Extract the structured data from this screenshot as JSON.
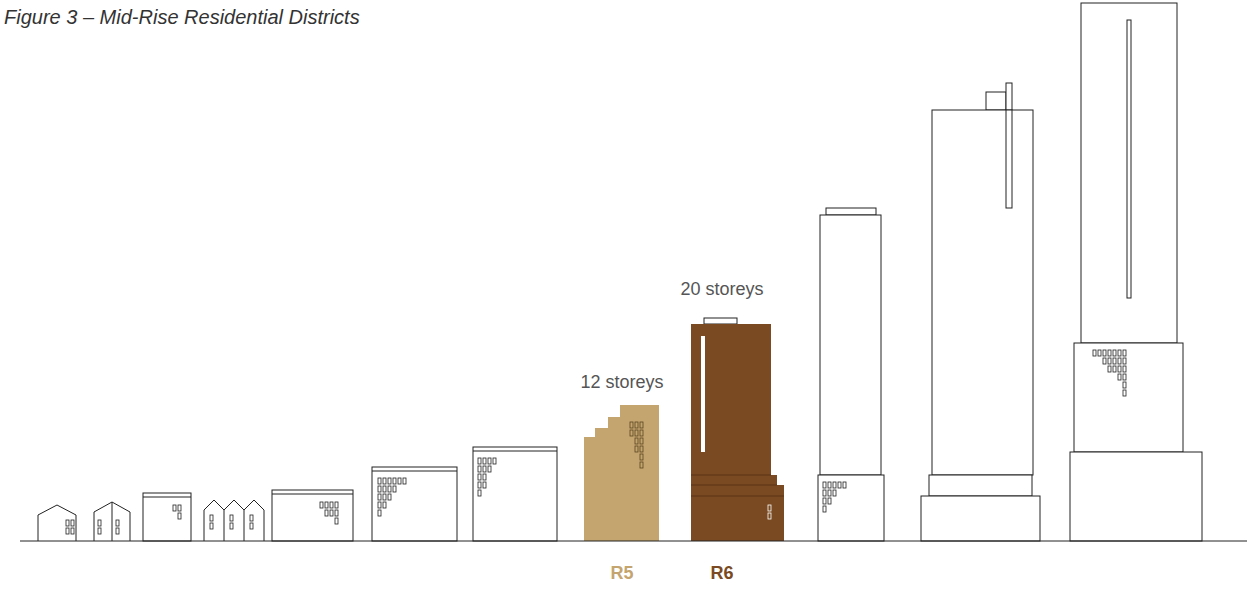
{
  "diagram": {
    "title": "Figure 3 – Mid-Rise Residential Districts",
    "labels": [
      "12 storeys",
      "20 storeys",
      "R5",
      "R6"
    ]
  }
}
